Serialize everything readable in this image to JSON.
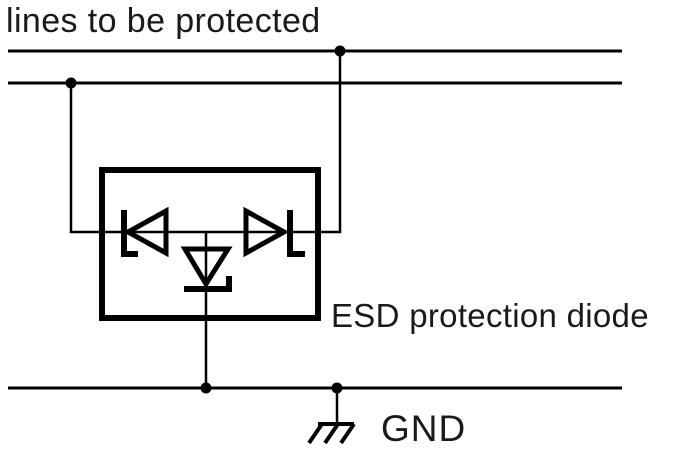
{
  "diagram": {
    "title": "lines to be protected",
    "component_label": "ESD protection diode",
    "ground_label": "GND",
    "colors": {
      "line": "#000000",
      "text": "#1a1a1a",
      "background": "#ffffff"
    }
  }
}
